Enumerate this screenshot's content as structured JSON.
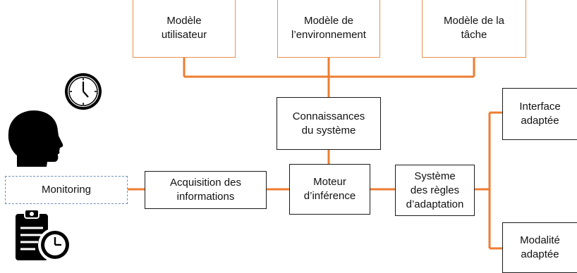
{
  "colors": {
    "connector": "#ed7d31",
    "box_border": "#1a1a1a",
    "monitoring_border": "#6b8fb8",
    "icon": "#000000"
  },
  "models": {
    "user": "Modèle\nutilisateur",
    "environment": "Modèle de\nl’environnement",
    "task": "Modèle de la\ntâche"
  },
  "knowledge": "Connaissances\ndu système",
  "monitoring": "Monitoring",
  "acquisition": "Acquisition des\ninformations",
  "inference": "Moteur\nd’inférence",
  "rules": "Système\ndes règles\nd’adaptation",
  "outputs": {
    "interface": "Interface\nadaptée",
    "modality": "Modalité\nadaptée"
  },
  "icons": [
    "clock-icon",
    "head-silhouette-icon",
    "clipboard-clock-icon"
  ]
}
